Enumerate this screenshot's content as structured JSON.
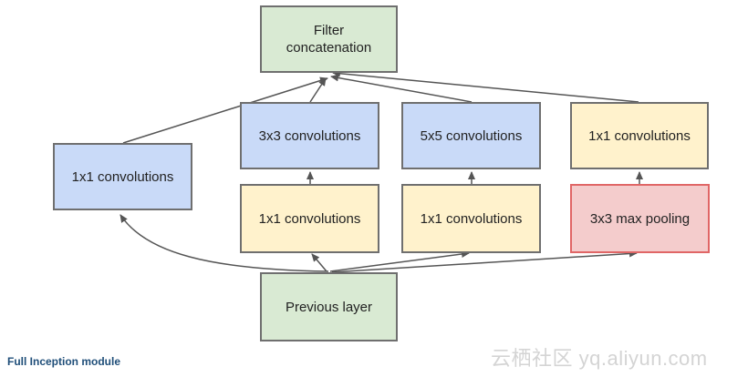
{
  "diagram": {
    "filter_concat": "Filter\nconcatenation",
    "conv1x1_left": "1x1 convolutions",
    "conv3x3": "3x3 convolutions",
    "conv5x5": "5x5 convolutions",
    "conv1x1_right_top": "1x1 convolutions",
    "conv1x1_mid_a": "1x1 convolutions",
    "conv1x1_mid_b": "1x1 convolutions",
    "maxpool": "3x3 max pooling",
    "previous_layer": "Previous layer"
  },
  "caption": "Full Inception module",
  "watermark": "云栖社区 yq.aliyun.com",
  "colors": {
    "green": "#d9ead3",
    "blue": "#c9daf8",
    "yellow": "#fff2cc",
    "pink": "#f4cccc",
    "edge": "#555555"
  }
}
